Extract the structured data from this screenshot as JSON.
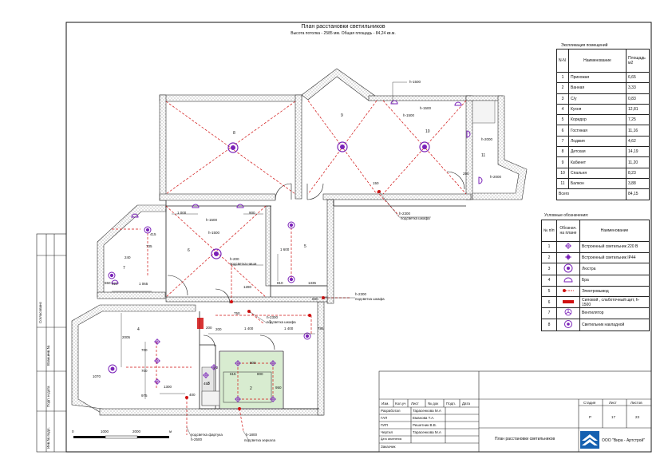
{
  "sheet": {
    "title": "План расстановки светильников",
    "subtitle": "Высота потолка - 2585 мм. Общая площадь - 84,24 кв.м."
  },
  "explication": {
    "title": "Экспликация помещений",
    "headers": [
      "N-N",
      "Наименование",
      "Площадь м2"
    ],
    "rows": [
      [
        "1",
        "Прихожая",
        "6,65"
      ],
      [
        "2",
        "Ванная",
        "3,33"
      ],
      [
        "3",
        "С/у",
        "0,83"
      ],
      [
        "4",
        "Кухня",
        "12,81"
      ],
      [
        "5",
        "Коридор",
        "7,25"
      ],
      [
        "6",
        "Гостиная",
        "11,16"
      ],
      [
        "7",
        "Лоджия",
        "4,62"
      ],
      [
        "8",
        "Детская",
        "14,19"
      ],
      [
        "9",
        "Кабинет",
        "11,20"
      ],
      [
        "10",
        "Спальня",
        "8,23"
      ],
      [
        "11",
        "Балкон",
        "3,88"
      ]
    ],
    "total_label": "Всего",
    "total_value": "84,15"
  },
  "legend": {
    "title": "Условные обозначения:",
    "headers": [
      "№ п/п",
      "Обознач. на плане",
      "Наименование"
    ],
    "rows": [
      {
        "num": "1",
        "symbol": "recessed-icon",
        "name": "Встроенный светильник 220 В"
      },
      {
        "num": "2",
        "symbol": "recessed-ip44-icon",
        "name": "Встроенный светильник IP44"
      },
      {
        "num": "3",
        "symbol": "chandelier-icon",
        "name": "Люстра"
      },
      {
        "num": "4",
        "symbol": "sconce-icon",
        "name": "Бра"
      },
      {
        "num": "5",
        "symbol": "wire-icon",
        "name": "Электровывод"
      },
      {
        "num": "6",
        "symbol": "panel-icon",
        "name": "Силовой , слаботочный щит, h-1500"
      },
      {
        "num": "7",
        "symbol": "fan-icon",
        "name": "Вентилятор"
      },
      {
        "num": "8",
        "symbol": "overhead-icon",
        "name": "Светильник накладной"
      }
    ]
  },
  "plan": {
    "rooms": [
      "1",
      "2",
      "3",
      "4",
      "5",
      "6",
      "7",
      "8",
      "9",
      "10",
      "11"
    ],
    "dims": [
      "1 000",
      "900",
      "h-1500",
      "h-1500",
      "h-1500",
      "h-1500",
      "h-1500",
      "h-2000",
      "h-2000",
      "h-2300",
      "h-2300",
      "h-2300",
      "h-2500",
      "h-200",
      "h-1800",
      "415",
      "735",
      "240",
      "550",
      "920",
      "1 065",
      "810",
      "1335",
      "1 600",
      "1280",
      "750",
      "1 400",
      "1 400",
      "785",
      "2005",
      "1070",
      "700",
      "700",
      "975",
      "1300",
      "400",
      "200",
      "450",
      "615",
      "1/2",
      "800",
      "800",
      "950",
      "250",
      "150",
      "200",
      "600"
    ],
    "notes": {
      "n1": "подсветка шкафа",
      "n2": "подсветка ниши",
      "n3": "подсветка шкафа",
      "n4": "подсветка шкафа",
      "n5": "подсветка фартука",
      "n6": "подсветка зеркала"
    },
    "scale": [
      "0",
      "1000",
      "2000",
      "м"
    ]
  },
  "stamp": {
    "cols": [
      "Изм.",
      "Кол.уч",
      "Лист",
      "№ док",
      "Подп.",
      "Дата"
    ],
    "people": [
      [
        "Разработал",
        "Тарасенкова М.А"
      ],
      [
        "ГАП",
        "Еманова Т.А."
      ],
      [
        "ГИП",
        "Решетник В.В."
      ],
      [
        "Чертил",
        "Тарасенкова М.А"
      ],
      [
        "Дата изменения",
        ""
      ],
      [
        "Заказчик",
        ""
      ]
    ],
    "stage_hdr": "Стадия",
    "sheet_hdr": "Лист",
    "sheets_hdr": "Листов",
    "stage": "Р",
    "sheet": "17",
    "sheets": "23",
    "drawing_title": "План расстановки светильников",
    "company": "ООО \"Вира - Артстрой\""
  },
  "side": [
    "Взам.инв.№",
    "Подп. и дата",
    "Инв.№ подл.",
    "Согласовано"
  ],
  "colors": {
    "lamp": "#7a22b8",
    "wire": "#d01010",
    "wall": "#333333",
    "bath": "#d8ecd0"
  }
}
